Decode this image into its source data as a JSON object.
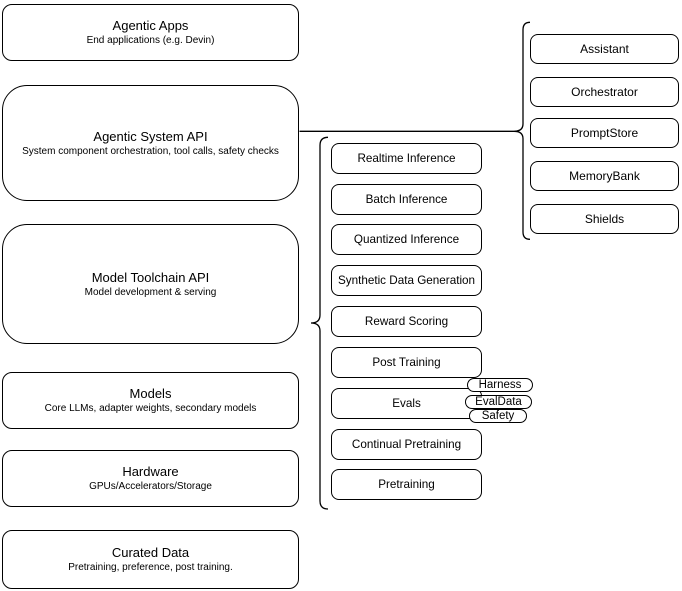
{
  "colors": {
    "stroke": "#000000",
    "fill": "#ffffff",
    "background": "#ffffff"
  },
  "left_stack": [
    {
      "title": "Agentic Apps",
      "subtitle": "End applications (e.g. Devin)"
    },
    {
      "title": "Agentic System API",
      "subtitle": "System component orchestration, tool calls, safety checks"
    },
    {
      "title": "Model Toolchain API",
      "subtitle": "Model development & serving"
    },
    {
      "title": "Models",
      "subtitle": "Core LLMs, adapter weights, secondary models"
    },
    {
      "title": "Hardware",
      "subtitle": "GPUs/Accelerators/Storage"
    },
    {
      "title": "Curated Data",
      "subtitle": "Pretraining, preference, post training."
    }
  ],
  "toolchain_items": [
    "Realtime Inference",
    "Batch Inference",
    "Quantized Inference",
    "Synthetic Data Generation",
    "Reward Scoring",
    "Post Training",
    "Evals",
    "Continual Pretraining",
    "Pretraining"
  ],
  "evals_tags": [
    "Harness",
    "EvalData",
    "Safety"
  ],
  "system_components": [
    "Assistant",
    "Orchestrator",
    "PromptStore",
    "MemoryBank",
    "Shields"
  ]
}
